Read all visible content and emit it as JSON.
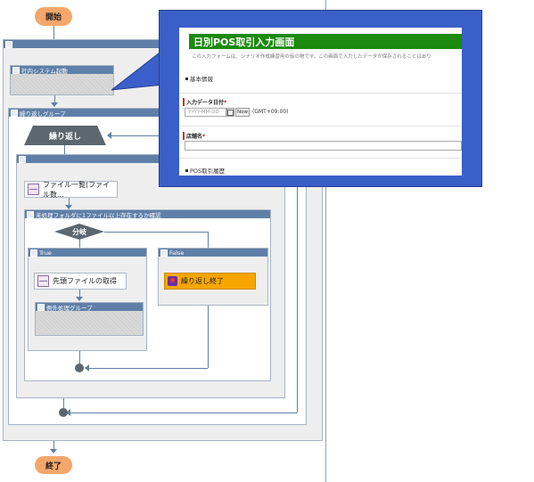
{
  "flow": {
    "start_label": "開始",
    "end_label": "終了",
    "main_group_title": "",
    "system_start_title": "社内システム起動",
    "loop_group_title": "繰り返しグループ",
    "loop_label": "繰り返し",
    "inner_group_title": "",
    "file_list_task": "ファイル一覧(ファイル数...",
    "check_group_title": "未処理フォルダに1ファイル以上存在するか確認",
    "branch_label": "分岐",
    "true_title": "True",
    "false_title": "False",
    "first_file_task": "先頭ファイルの取得",
    "exception_group_title": "例外処理グループ",
    "loop_end_task": "繰り返し終了"
  },
  "form": {
    "title": "日別POS取引入力画面",
    "description": "この入力フォームは、シナリオ作成練習用の仮の物です。この画面で入力したデータが保存されることはあり",
    "section_basic": "基本情報",
    "date_label": "入力データ日付",
    "date_placeholder": "YYYY-MM-DD",
    "now_button": "Now",
    "timezone": "(GMT+09:00)",
    "store_label": "店舗名",
    "required_mark": "*",
    "section_pos": "POS取引履歴"
  },
  "colors": {
    "header_blue": "#5f7fa8",
    "start_end_orange": "#f4a76b",
    "popup_blue": "#3a5fc8",
    "form_title_green": "#1b8a0e",
    "task_highlight": "#f7a600"
  }
}
